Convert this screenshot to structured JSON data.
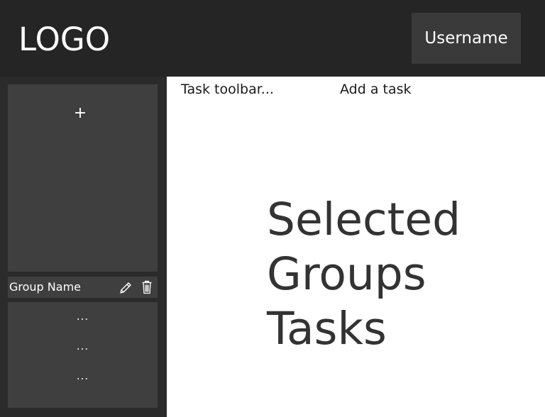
{
  "header": {
    "logo": "LOGO",
    "username": "Username"
  },
  "sidebar": {
    "add_icon": "plus-icon",
    "group": {
      "name": "Group Name",
      "edit_icon": "pencil-icon",
      "delete_icon": "trash-icon"
    },
    "items": [
      "...",
      "...",
      "..."
    ]
  },
  "main": {
    "toolbar_label": "Task toolbar...",
    "add_task_label": "Add a task",
    "placeholder_lines": [
      "Selected",
      "Groups",
      "Tasks"
    ]
  },
  "colors": {
    "header_bg": "#252525",
    "sidebar_bg": "#2b2b2b",
    "panel_bg": "#3f3f40",
    "button_bg": "#3a3a3b",
    "main_bg": "#ffffff",
    "placeholder_text": "#333333"
  }
}
